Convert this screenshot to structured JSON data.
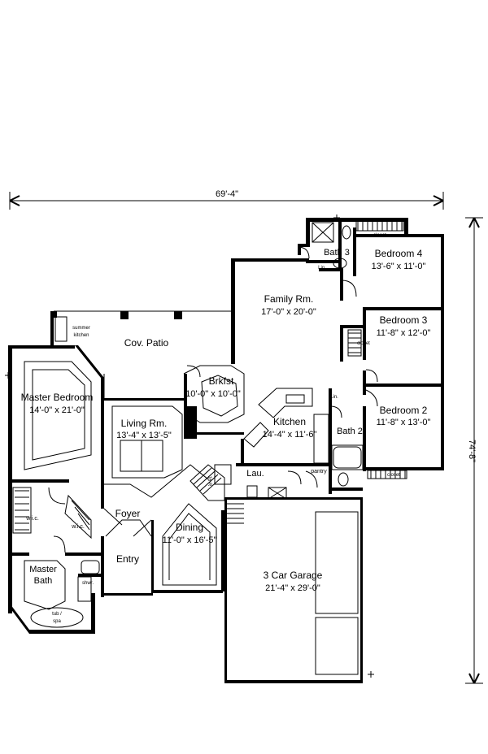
{
  "plan": {
    "overall_width": "69'-4\"",
    "overall_depth": "74'-8\"",
    "rooms": {
      "bedroom4": {
        "name": "Bedroom 4",
        "dims": "13'-6\" x 11'-0\""
      },
      "bath3": {
        "name": "Bath 3"
      },
      "family": {
        "name": "Family Rm.",
        "dims": "17'-0\" x 20'-0\""
      },
      "bedroom3": {
        "name": "Bedroom 3",
        "dims": "11'-8\" x 12'-0\""
      },
      "patio": {
        "name": "Cov. Patio"
      },
      "summer_kitchen": {
        "line1": "summer",
        "line2": "kitchen"
      },
      "master_bedroom": {
        "name": "Master Bedroom",
        "dims": "14'-0\" x 21'-0\""
      },
      "brkfst": {
        "name": "Brkfst",
        "dims": "10'-0\" x 10'-0\""
      },
      "bedroom2": {
        "name": "Bedroom 2",
        "dims": "11'-8\" x 13'-0\""
      },
      "living": {
        "name": "Living Rm.",
        "dims": "13'-4\" x 13'-5\""
      },
      "kitchen": {
        "name": "Kitchen",
        "dims": "14'-4\" x 11'-6\""
      },
      "bath2": {
        "name": "Bath 2"
      },
      "laundry": {
        "name": "Lau."
      },
      "pantry": {
        "name": "pantry"
      },
      "foyer": {
        "name": "Foyer"
      },
      "wic_left": {
        "name": "w.i.c."
      },
      "wic_right": {
        "name": "w.i.c."
      },
      "dining": {
        "name": "Dining",
        "dims": "11'-0\" x 16'-5\""
      },
      "entry": {
        "name": "Entry"
      },
      "master_bath": {
        "line1": "Master",
        "line2": "Bath"
      },
      "garage": {
        "name": "3 Car Garage",
        "dims": "21'-4\" x 29'-0\""
      },
      "tub": {
        "line1": "tub /",
        "line2": "spa"
      },
      "shower": {
        "name": "shwr."
      }
    },
    "fixtures": {
      "closet_b4": "closet",
      "closet_b3": "closet",
      "closet_b2": "closet",
      "lin_bath3": "Lin.",
      "lin_bath2": "Lin.",
      "stair_count": "16 R"
    }
  }
}
